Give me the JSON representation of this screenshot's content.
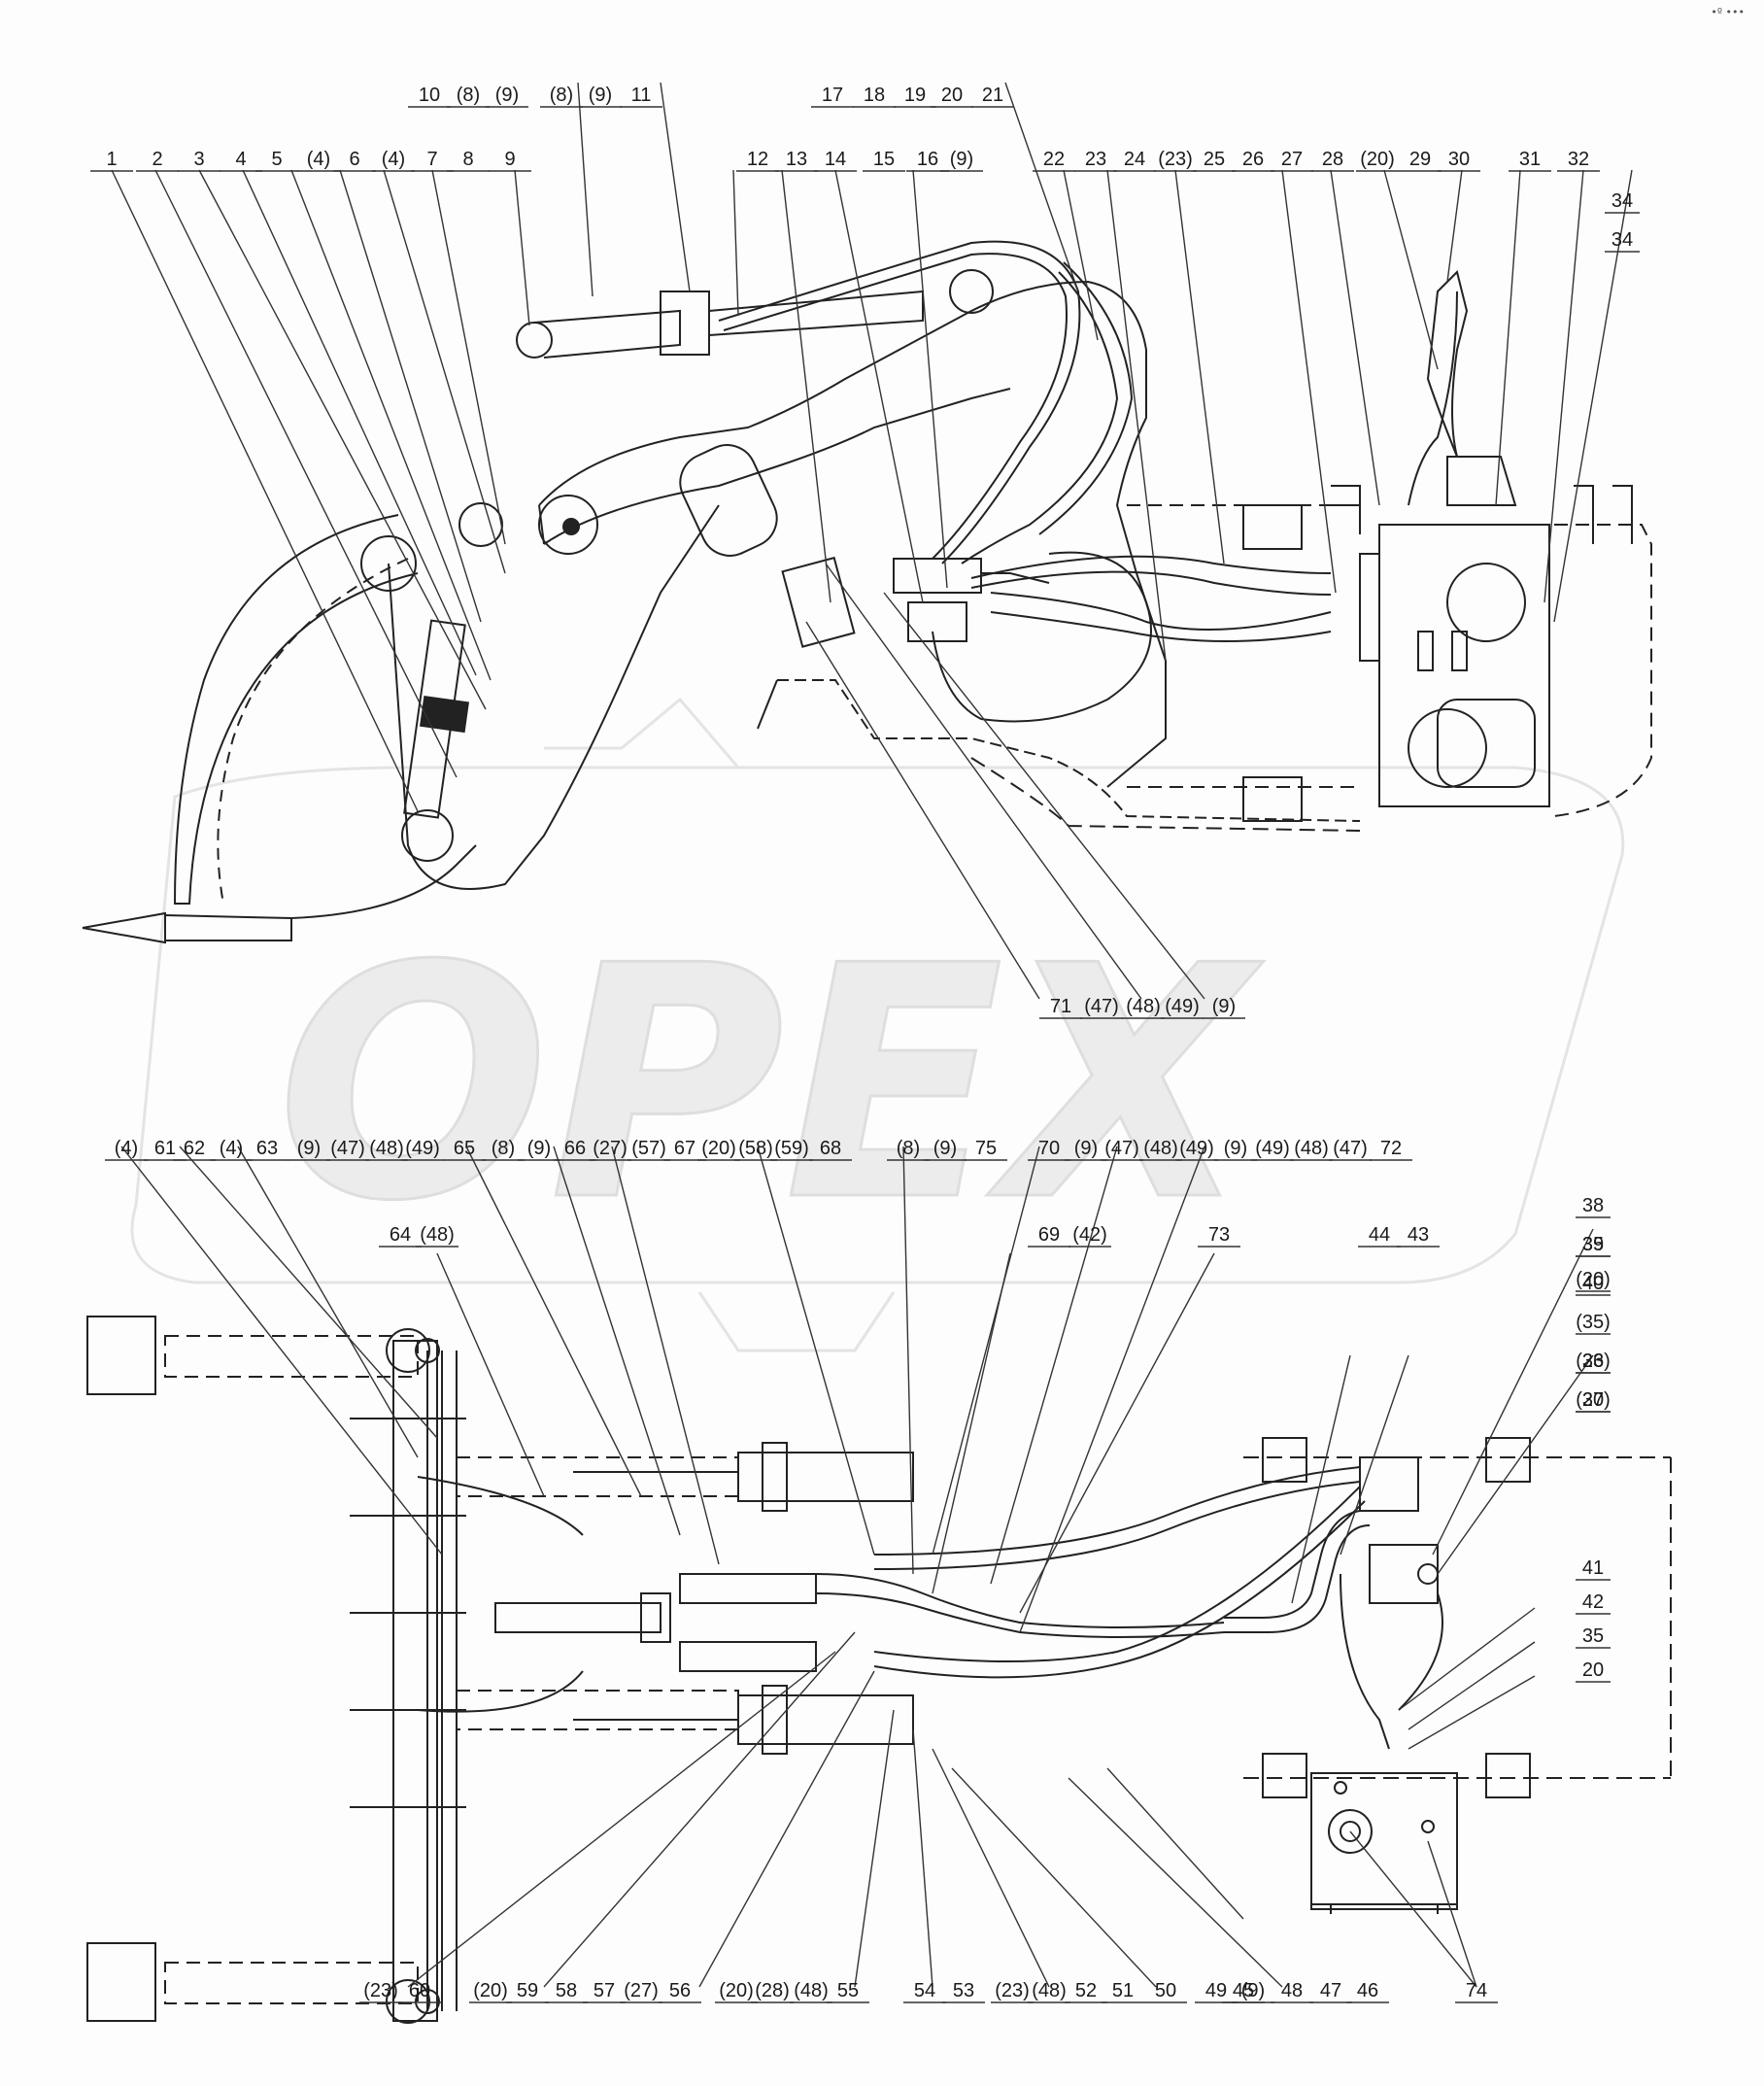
{
  "page_marker": "•º •••",
  "watermark": {
    "text": "OPEX",
    "color": "#e3e3e3"
  },
  "colors": {
    "line": "#222222",
    "watermark": "#e5e5e5",
    "background": "#fdfdfd"
  },
  "upper_view": {
    "labels_top_row_1": [
      "10",
      "(8)",
      "(9)",
      "(8)",
      "(9)",
      "11",
      "17",
      "18",
      "19",
      "20",
      "21"
    ],
    "labels_top_row_2": [
      "1",
      "2",
      "3",
      "4",
      "5",
      "(4)",
      "6",
      "(4)",
      "7",
      "8",
      "9",
      "12",
      "13",
      "14",
      "15",
      "16",
      "(9)",
      "22",
      "23",
      "24",
      "(23)",
      "25",
      "26",
      "27",
      "28",
      "(20)",
      "29",
      "30",
      "31",
      "32"
    ],
    "labels_right_column": [
      "34",
      "34"
    ],
    "labels_bottom": [
      "71",
      "(47)",
      "(48)",
      "(49)",
      "(9)"
    ]
  },
  "lower_view": {
    "labels_top_row": [
      "(4)",
      "61",
      "62",
      "(4)",
      "63",
      "(9)",
      "(47)",
      "(48)",
      "(49)",
      "65",
      "(8)",
      "(9)",
      "66",
      "(27)",
      "(57)",
      "67",
      "(20)",
      "(58)",
      "(59)",
      "68",
      "(8)",
      "(9)",
      "75",
      "70",
      "(9)",
      "(47)",
      "(48)",
      "(49)",
      "(9)",
      "(49)",
      "(48)",
      "(47)",
      "72"
    ],
    "labels_mid": [
      "64",
      "(48)",
      "69",
      "(42)",
      "73",
      "44",
      "43"
    ],
    "labels_right_column": [
      "38",
      "39",
      "40",
      "(35)",
      "(23)",
      "(20)",
      "35",
      "(20)",
      "36",
      "37",
      "41",
      "42",
      "35",
      "20"
    ],
    "labels_bottom_row": [
      "(23)",
      "60",
      "(20)",
      "59",
      "58",
      "57",
      "(27)",
      "56",
      "(20)",
      "(28)",
      "(48)",
      "55",
      "54",
      "53",
      "(23)",
      "(48)",
      "52",
      "51",
      "50",
      "49",
      "(9)",
      "48",
      "47",
      "46",
      "45",
      "74"
    ]
  }
}
